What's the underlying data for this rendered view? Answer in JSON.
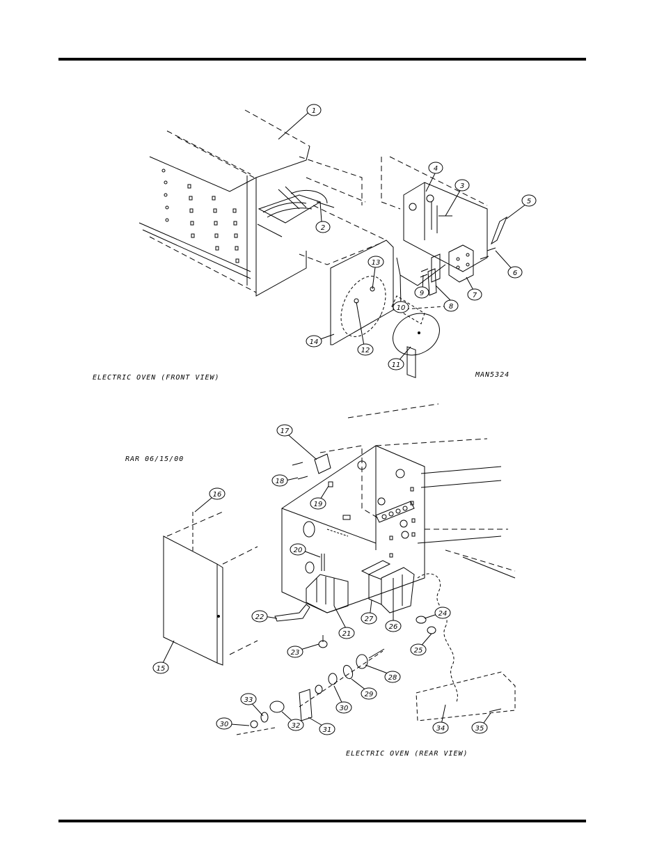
{
  "captions": {
    "front_view": "ELECTRIC OVEN (FRONT VIEW)",
    "front_code": "MAN5324",
    "rear_view": "ELECTRIC OVEN (REAR VIEW)",
    "rear_code": "RAR 06/15/00"
  },
  "callouts": [
    "1",
    "2",
    "3",
    "4",
    "5",
    "6",
    "7",
    "8",
    "9",
    "10",
    "11",
    "12",
    "13",
    "14",
    "15",
    "16",
    "17",
    "18",
    "19",
    "20",
    "21",
    "22",
    "23",
    "24",
    "25",
    "26",
    "27",
    "28",
    "29",
    "30",
    "31",
    "32",
    "33",
    "30",
    "34",
    "35"
  ]
}
